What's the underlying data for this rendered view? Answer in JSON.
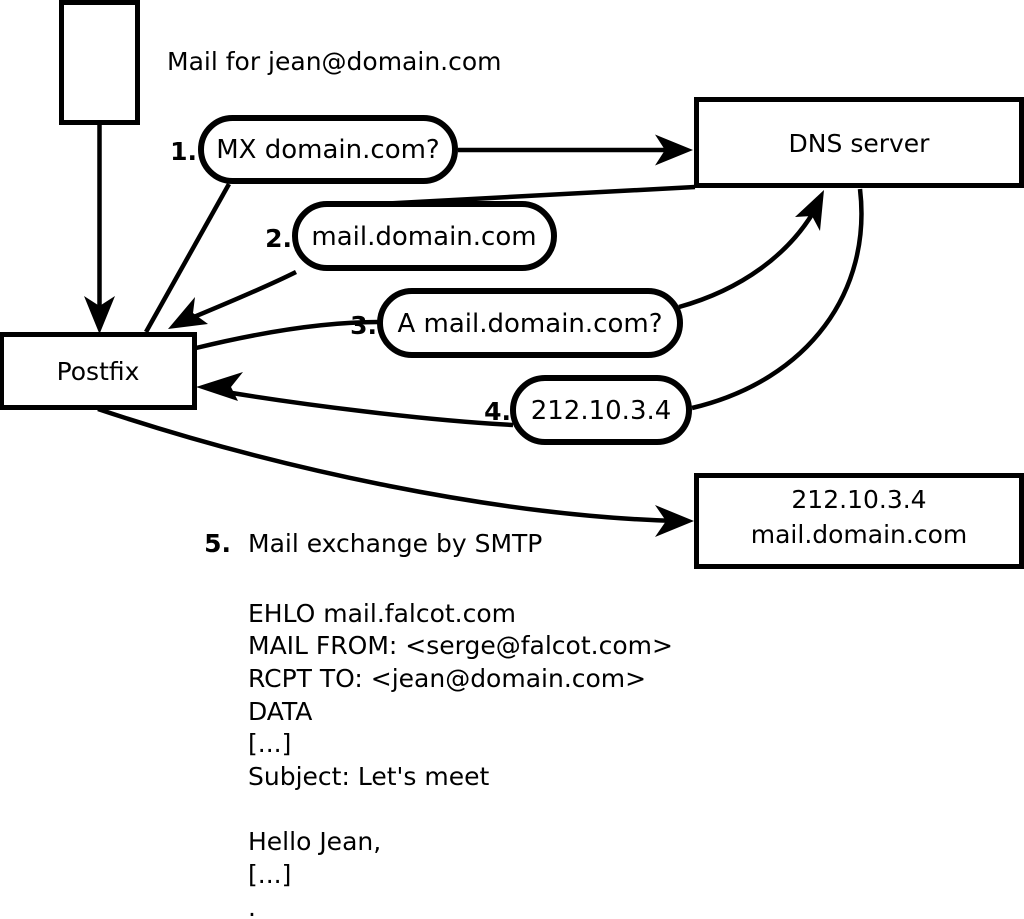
{
  "diagram": {
    "title_caption": "Mail for jean@domain.com",
    "nodes": [
      {
        "id": "sender-box",
        "label": ""
      },
      {
        "id": "postfix-box",
        "label": "Postfix"
      },
      {
        "id": "dns-box",
        "label": "DNS server"
      },
      {
        "id": "mailserver-box",
        "label_line1": "212.10.3.4",
        "label_line2": "mail.domain.com"
      }
    ],
    "steps": [
      {
        "num": "1.",
        "text": "MX domain.com?"
      },
      {
        "num": "2.",
        "text": "mail.domain.com"
      },
      {
        "num": "3.",
        "text": "A mail.domain.com?"
      },
      {
        "num": "4.",
        "text": "212.10.3.4"
      },
      {
        "num": "5.",
        "text": "Mail exchange by SMTP"
      }
    ],
    "smtp_transcript": [
      "EHLO mail.falcot.com",
      "MAIL FROM: <serge@falcot.com>",
      "RCPT TO: <jean@domain.com>",
      "DATA",
      "[...]",
      "Subject: Let's meet",
      "",
      "Hello Jean,",
      "[...]",
      "."
    ],
    "colors": {
      "stroke": "#000000",
      "fill": "#ffffff",
      "text": "#000000"
    }
  }
}
